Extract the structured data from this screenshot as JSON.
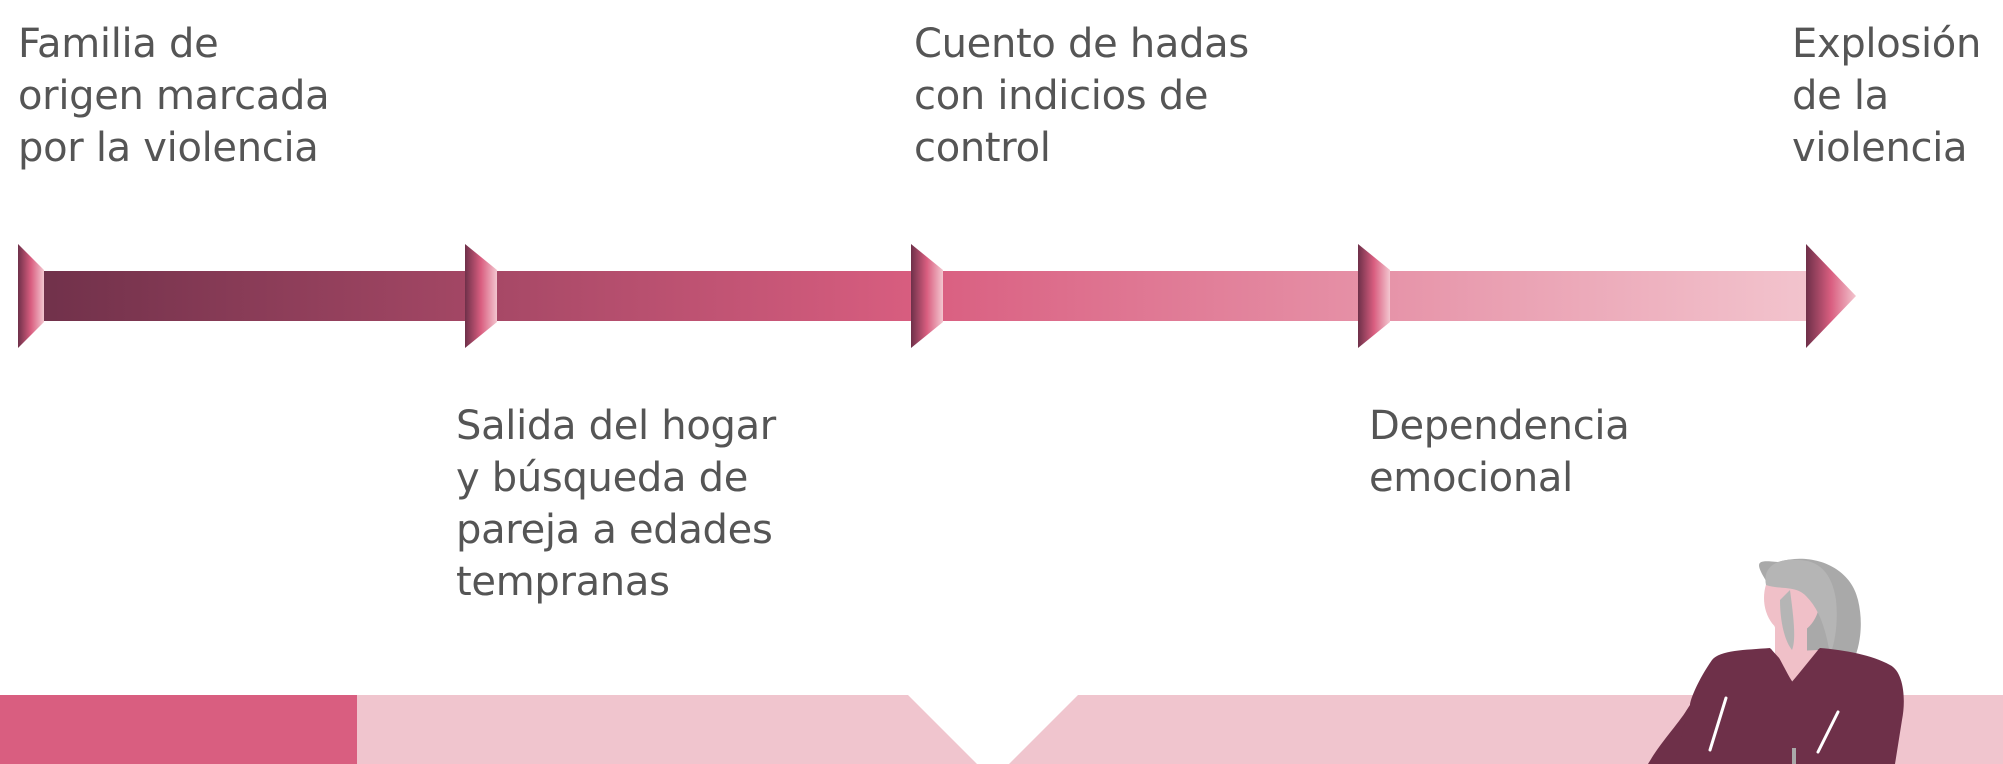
{
  "colors": {
    "gradient_start": "#6e3049",
    "gradient_mid": "#d95e80",
    "gradient_end": "#f3c6cf",
    "banner_dark": "#d95e80",
    "banner_light": "#f0c5ce",
    "text": "#555555",
    "figure_top": "#6e3049",
    "figure_hair": "#a9a9a9",
    "figure_skin": "#f0c0c8"
  },
  "timeline": {
    "stages": [
      {
        "label": "Familia de\norigen marcada\npor la violencia"
      },
      {
        "label": "Salida del hogar\ny búsqueda de\npareja a edades\ntempranas"
      },
      {
        "label": "Cuento de hadas\ncon indicios de\ncontrol"
      },
      {
        "label": "Dependencia\nemocional"
      },
      {
        "label": "Explosión\nde la\nviolencia"
      }
    ]
  },
  "illustration": {
    "icon": "woman-figure-icon"
  }
}
